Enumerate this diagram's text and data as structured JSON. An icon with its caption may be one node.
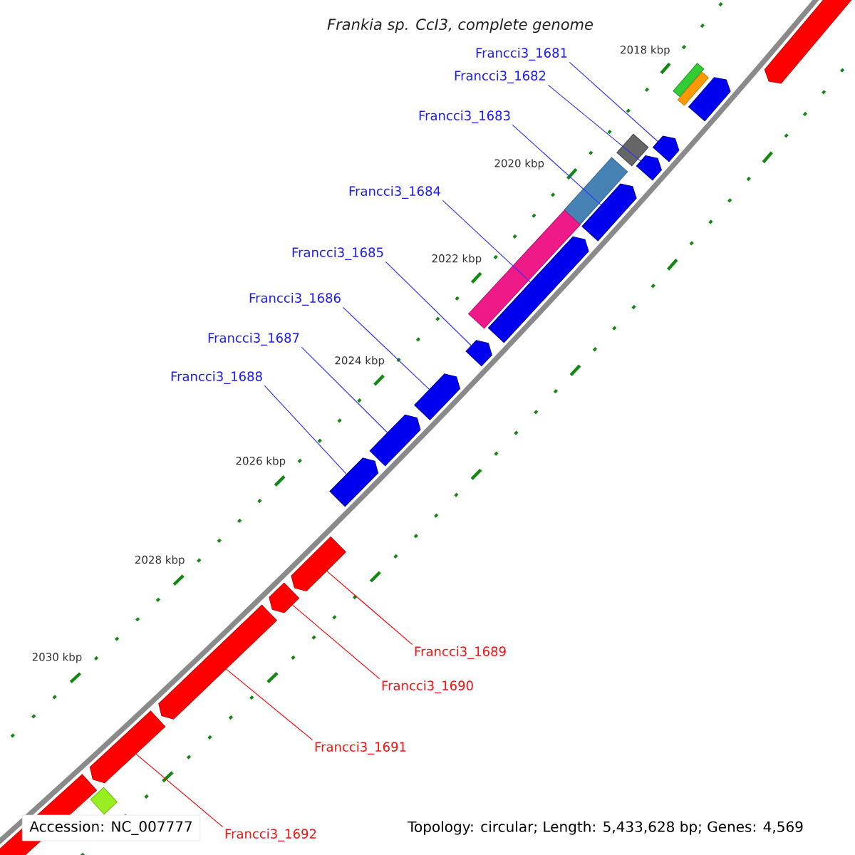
{
  "diagram": {
    "title": "Frankia sp. CcI3, complete genome",
    "nodes": [
      {
        "text": [
          "Francci3_1681"
        ]
      },
      {
        "text": [
          "Francci3_1682"
        ]
      },
      {
        "text": [
          "Francci3_1683"
        ]
      },
      {
        "text": [
          "Francci3_1684"
        ]
      },
      {
        "text": [
          "Francci3_1685"
        ]
      },
      {
        "text": [
          "Francci3_1686"
        ]
      },
      {
        "text": [
          "Francci3_1687"
        ]
      },
      {
        "text": [
          "Francci3_1688"
        ]
      },
      {
        "text": [
          "Francci3_1689"
        ]
      },
      {
        "text": [
          "Francci3_1690"
        ]
      },
      {
        "text": [
          "Francci3_1691"
        ]
      },
      {
        "text": [
          "Francci3_1692"
        ]
      },
      {
        "text": [],
        "shape": "pentagon"
      },
      {
        "text": [],
        "shape": "bar"
      },
      {
        "text": [],
        "shape": "bar"
      },
      {
        "text": [],
        "shape": "pentagon"
      },
      {
        "text": [],
        "shape": "pentagon"
      },
      {
        "text": [],
        "shape": "diamond"
      },
      {
        "text": [],
        "shape": "pentagon"
      },
      {
        "text": [],
        "shape": "bar"
      },
      {
        "text": [],
        "shape": "pentagon"
      },
      {
        "text": [],
        "shape": "bar"
      },
      {
        "text": [],
        "shape": "pentagon"
      },
      {
        "text": [],
        "shape": "pentagon"
      },
      {
        "text": [],
        "shape": "pentagon"
      },
      {
        "text": [],
        "shape": "pentagon"
      },
      {
        "text": [],
        "shape": "pentagon"
      },
      {
        "text": [],
        "shape": "pentagon"
      },
      {
        "text": [],
        "shape": "pentagon"
      },
      {
        "text": [],
        "shape": "pentagon"
      },
      {
        "text": [],
        "shape": "pentagon"
      },
      {
        "text": [],
        "shape": "bar"
      },
      {
        "text": [],
        "shape": "pentagon"
      }
    ],
    "edges": [
      {
        "from": 0,
        "to": 16,
        "arrow": "none"
      },
      {
        "from": 1,
        "to": 18,
        "arrow": "none"
      },
      {
        "from": 2,
        "to": 20,
        "arrow": "none"
      },
      {
        "from": 3,
        "to": 22,
        "arrow": "none"
      },
      {
        "from": 4,
        "to": 23,
        "arrow": "none"
      },
      {
        "from": 5,
        "to": 24,
        "arrow": "none"
      },
      {
        "from": 6,
        "to": 25,
        "arrow": "none"
      },
      {
        "from": 7,
        "to": 26,
        "arrow": "none"
      },
      {
        "from": 8,
        "to": 27,
        "arrow": "none",
        "color": "#ff0000"
      },
      {
        "from": 9,
        "to": 28,
        "arrow": "none",
        "color": "#ff0000"
      },
      {
        "from": 10,
        "to": 29,
        "arrow": "none",
        "color": "#ff0000"
      },
      {
        "from": 11,
        "to": 30,
        "arrow": "none",
        "color": "#ff0000"
      }
    ],
    "labels": [
      "2018 kbp",
      "2020 kbp",
      "2022 kbp",
      "2024 kbp",
      "2026 kbp",
      "2028 kbp",
      "2030 kbp",
      "Accession: NC_007777",
      "Topology: circular; Length: 5,433,628 bp; Genes: 4,569"
    ]
  }
}
